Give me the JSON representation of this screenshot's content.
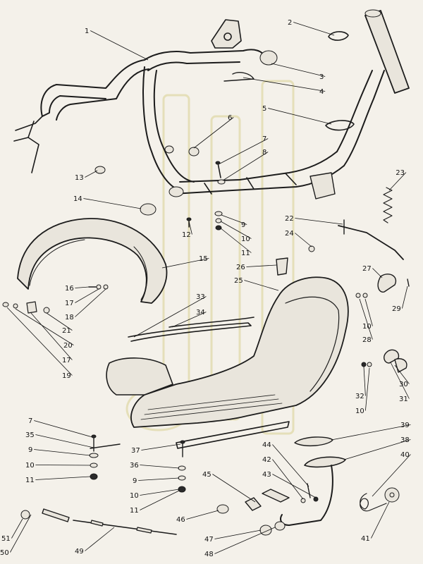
{
  "diagram": {
    "labels": [
      "1",
      "2",
      "3",
      "4",
      "5",
      "6",
      "7",
      "8",
      "9",
      "10",
      "11",
      "12",
      "13",
      "14",
      "15",
      "16",
      "17",
      "18",
      "19",
      "20",
      "21",
      "22",
      "23",
      "24",
      "25",
      "26",
      "27",
      "28",
      "29",
      "30",
      "31",
      "32",
      "33",
      "34",
      "35",
      "36",
      "37",
      "38",
      "39",
      "40",
      "41",
      "42",
      "43",
      "44",
      "45",
      "46",
      "47",
      "48",
      "49",
      "50",
      "51"
    ],
    "callouts": [
      {
        "id": "c1",
        "label": "1"
      },
      {
        "id": "c2",
        "label": "2"
      },
      {
        "id": "c3",
        "label": "3"
      },
      {
        "id": "c4",
        "label": "4"
      },
      {
        "id": "c5",
        "label": "5"
      },
      {
        "id": "c6",
        "label": "6"
      },
      {
        "id": "c7a",
        "label": "7"
      },
      {
        "id": "c8",
        "label": "8"
      },
      {
        "id": "c9a",
        "label": "9"
      },
      {
        "id": "c10a",
        "label": "10"
      },
      {
        "id": "c11a",
        "label": "11"
      },
      {
        "id": "c12",
        "label": "12"
      },
      {
        "id": "c13",
        "label": "13"
      },
      {
        "id": "c14",
        "label": "14"
      },
      {
        "id": "c15",
        "label": "15"
      },
      {
        "id": "c16",
        "label": "16"
      },
      {
        "id": "c17a",
        "label": "17"
      },
      {
        "id": "c18",
        "label": "18"
      },
      {
        "id": "c19",
        "label": "19"
      },
      {
        "id": "c20",
        "label": "20"
      },
      {
        "id": "c21",
        "label": "21"
      },
      {
        "id": "c17b",
        "label": "17"
      },
      {
        "id": "c22",
        "label": "22"
      },
      {
        "id": "c23",
        "label": "23"
      },
      {
        "id": "c24",
        "label": "24"
      },
      {
        "id": "c25",
        "label": "25"
      },
      {
        "id": "c26",
        "label": "26"
      },
      {
        "id": "c27",
        "label": "27"
      },
      {
        "id": "c28",
        "label": "28"
      },
      {
        "id": "c29",
        "label": "29"
      },
      {
        "id": "c10b",
        "label": "10"
      },
      {
        "id": "c30",
        "label": "30"
      },
      {
        "id": "c31",
        "label": "31"
      },
      {
        "id": "c32",
        "label": "32"
      },
      {
        "id": "c10c",
        "label": "10"
      },
      {
        "id": "c33",
        "label": "33"
      },
      {
        "id": "c34",
        "label": "34"
      },
      {
        "id": "c7b",
        "label": "7"
      },
      {
        "id": "c35",
        "label": "35"
      },
      {
        "id": "c9b",
        "label": "9"
      },
      {
        "id": "c10d",
        "label": "10"
      },
      {
        "id": "c11b",
        "label": "11"
      },
      {
        "id": "c37",
        "label": "37"
      },
      {
        "id": "c36",
        "label": "36"
      },
      {
        "id": "c9c",
        "label": "9"
      },
      {
        "id": "c10e",
        "label": "10"
      },
      {
        "id": "c11c",
        "label": "11"
      },
      {
        "id": "c39",
        "label": "39"
      },
      {
        "id": "c38",
        "label": "38"
      },
      {
        "id": "c40",
        "label": "40"
      },
      {
        "id": "c41",
        "label": "41"
      },
      {
        "id": "c44",
        "label": "44"
      },
      {
        "id": "c42",
        "label": "42"
      },
      {
        "id": "c43",
        "label": "43"
      },
      {
        "id": "c45",
        "label": "45"
      },
      {
        "id": "c46",
        "label": "46"
      },
      {
        "id": "c47",
        "label": "47"
      },
      {
        "id": "c48",
        "label": "48"
      },
      {
        "id": "c49",
        "label": "49"
      },
      {
        "id": "c50",
        "label": "50"
      },
      {
        "id": "c51",
        "label": "51"
      }
    ]
  },
  "colors": {
    "ink": "#1c1c1c",
    "paper": "#f4f1ea",
    "watermark": "#d9cf8f"
  }
}
